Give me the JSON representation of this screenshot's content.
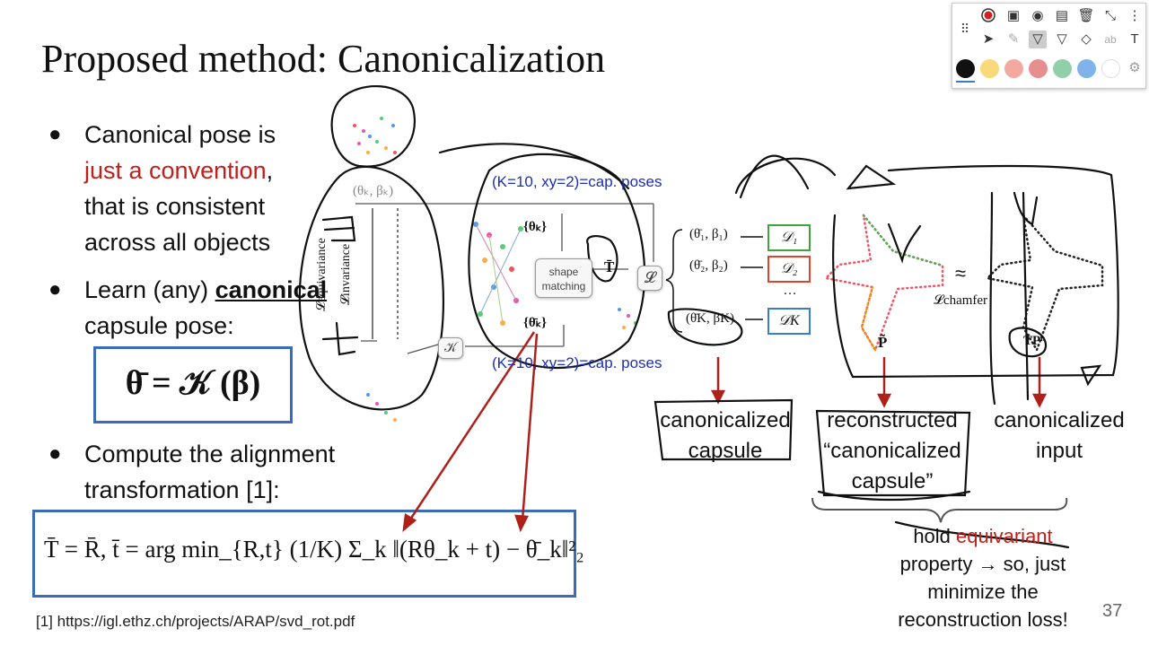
{
  "slide": {
    "title": "Proposed method: Canonicalization",
    "page_number": "37",
    "footnote": "[1] https://igl.ethz.ch/projects/ARAP/svd_rot.pdf"
  },
  "bullets": {
    "b1_line1": "Canonical pose is",
    "b1_red": "just a convention",
    "b1_after_red": ",",
    "b1_line3": "that is consistent",
    "b1_line4": "across all objects",
    "b2_pre": "Learn (any) ",
    "b2_bold": "canonical",
    "b2_line2": "capsule pose:",
    "b3_line1": "Compute the alignment",
    "b3_line2": "transformation [1]:"
  },
  "formulas": {
    "theta_bar": "θ̄ = 𝒦 (β)",
    "alignment": "T̄ = R̄, t̄ = arg min_{R,t} (1/K) Σ_k ‖(Rθ_k + t) − θ̄_k‖²₂"
  },
  "diagram": {
    "annot_top": "(K=10, xy=2)=cap. poses",
    "annot_bottom": "(K=10, xy=2)=cap. poses",
    "shape_matching": "shape\nmatching",
    "theta_k": "{θₖ}",
    "theta_bar_k": "{θ̄ₖ}",
    "T_bar": "T̄",
    "K_box": "𝒦",
    "L_box": "𝓛",
    "L_equivariance": "𝓛equivariance",
    "L_invariance": "𝓛invariance",
    "theta_beta_top": "(θₖ, βₖ)",
    "rows": [
      {
        "pair": "(θ̄₁, β₁)",
        "d": "𝒟₁",
        "color": "#3fa33f"
      },
      {
        "pair": "(θ̄₂, β₂)",
        "d": "𝒟₂",
        "color": "#d9462c"
      },
      {
        "pair": "(θ̄K, βK)",
        "d": "𝒟K",
        "color": "#3a7fc1"
      }
    ],
    "dots": "…",
    "approx": "≈",
    "L_chamfer": "𝓛chamfer",
    "P_tilde": "P̃",
    "T_P": "T̄Pⁿ"
  },
  "labels": {
    "canonicalized_capsule": [
      "canonicalized",
      "capsule"
    ],
    "reconstructed": [
      "reconstructed",
      "“canonicalized",
      "capsule”"
    ],
    "canonicalized_input": [
      "canonicalized",
      "input"
    ],
    "hold_pre": "hold ",
    "hold_red": "equivariant",
    "note_lines": [
      "property → so, just",
      "minimize the",
      "reconstruction loss!"
    ]
  },
  "toolbar": {
    "icons_row1": [
      "record-icon",
      "screen-icon",
      "eye-icon",
      "save-icon",
      "trash-icon",
      "collapse-icon",
      "more-icon"
    ],
    "icons_row2": [
      "cursor-icon",
      "pen-icon",
      "highlighter-icon",
      "marker-icon",
      "eraser-icon",
      "text-style-icon",
      "text-icon"
    ],
    "colors": [
      "#111111",
      "#f9d97a",
      "#f3a9a0",
      "#e58f8f",
      "#8fd0a8",
      "#7fb3ea",
      "#ffffff"
    ],
    "settings": "gear-icon"
  },
  "colors": {
    "accent_red": "#c0201c",
    "accent_blue": "#3a6db5",
    "annot_blue": "#1b2fb8"
  }
}
